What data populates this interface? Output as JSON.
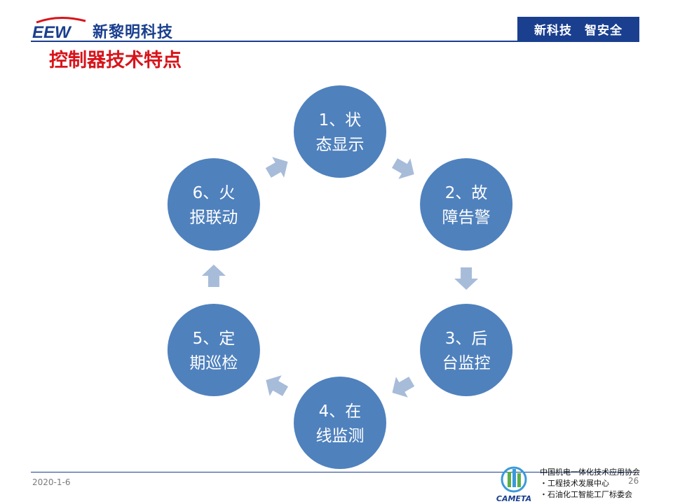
{
  "header": {
    "logo_mark": "EEW",
    "company": "新黎明科技",
    "slogan": "新科技　智安全"
  },
  "slide": {
    "title": "控制器技术特点"
  },
  "cycle": {
    "node_color": "#4f81bd",
    "arrow_color": "#a7bcd9",
    "nodes": [
      {
        "line1": "1、状",
        "line2": "态显示"
      },
      {
        "line1": "2、故",
        "line2": "障告警"
      },
      {
        "line1": "3、后",
        "line2": "台监控"
      },
      {
        "line1": "4、在",
        "line2": "线监测"
      },
      {
        "line1": "5、定",
        "line2": "期巡检"
      },
      {
        "line1": "6、火",
        "line2": "报联动"
      }
    ]
  },
  "footer": {
    "date": "2020-1-6",
    "page": "26",
    "org_logo_text": "CAMETA",
    "org_lines": [
      "中国机电一体化技术应用协会",
      "・工程技术发展中心",
      "・石油化工智能工厂标委会"
    ]
  },
  "colors": {
    "brand_blue": "#1a3f8f",
    "title_red": "#d8141b"
  }
}
